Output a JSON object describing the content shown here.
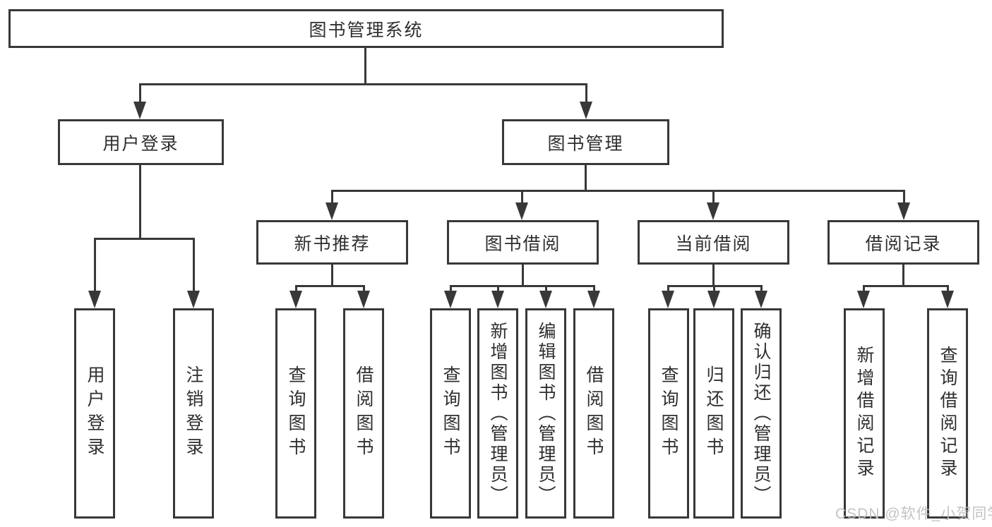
{
  "diagram": {
    "root": {
      "label": "图书管理系统"
    },
    "branches": {
      "user": {
        "label": "用户登录",
        "children": [
          "用户登录",
          "注销登录"
        ]
      },
      "book": {
        "label": "图书管理"
      }
    },
    "modules": [
      {
        "label": "新书推荐",
        "children": [
          "查询图书",
          "借阅图书"
        ]
      },
      {
        "label": "图书借阅",
        "children": [
          "查询图书",
          "新增图书（管理员）",
          "编辑图书（管理员）",
          "借阅图书"
        ]
      },
      {
        "label": "当前借阅",
        "children": [
          "查询图书",
          "归还图书",
          "确认归还（管理员）"
        ]
      },
      {
        "label": "借阅记录",
        "children": [
          "新增借阅记录",
          "查询借阅记录"
        ]
      }
    ],
    "watermark": "CSDN @软件_小贺同学",
    "colors": {
      "line": "#383838",
      "text": "#2f2f2f",
      "background": "#ffffff",
      "watermark": "#bfbfbf"
    }
  }
}
